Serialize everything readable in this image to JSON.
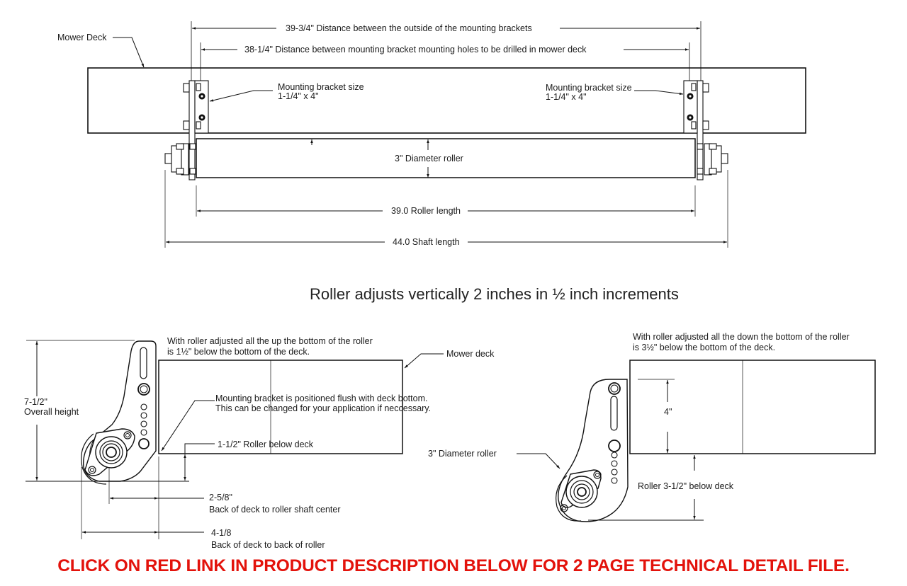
{
  "top_view": {
    "mower_deck_label": "Mower Deck",
    "outside_brackets_dim": "39-3/4\" Distance between the outside of the mounting brackets",
    "holes_dim": "38-1/4\"  Distance between mounting bracket mounting holes to be drilled in mower deck",
    "bracket_size_left": [
      "Mounting bracket size",
      "1-1/4\" x 4\""
    ],
    "bracket_size_right": [
      "Mounting bracket size",
      "1-1/4\" x 4\""
    ],
    "roller_diameter": "3\" Diameter roller",
    "roller_length": "39.0 Roller length",
    "shaft_length": "44.0 Shaft length"
  },
  "heading": "Roller adjusts vertically 2 inches in ½ inch increments",
  "side_view_up": {
    "note": [
      "With roller adjusted all the up the bottom of the roller",
      "is 1½\" below the bottom of the deck."
    ],
    "mower_deck_label": "Mower deck",
    "overall_height": [
      "7-1/2\"",
      "Overall height"
    ],
    "flush_note": [
      "Mounting bracket is positioned flush with deck bottom.",
      "This can be changed for your application if neccessary."
    ],
    "roller_below": "1-1/2\" Roller below deck",
    "shaft_center": [
      "2-5/8\"",
      "Back of deck to roller shaft center"
    ],
    "back_of_roller": [
      "4-1/8",
      "Back of deck to back of roller"
    ]
  },
  "side_view_down": {
    "note": [
      "With roller adjusted all the down the bottom of the roller",
      "is 3½\" below the bottom of the deck."
    ],
    "deck_height": "4\"",
    "roller_diameter": "3\" Diameter roller",
    "roller_below": "Roller 3-1/2\"  below deck"
  },
  "cta": {
    "text": "CLICK ON RED LINK IN PRODUCT DESCRIPTION BELOW FOR 2 PAGE TECHNICAL DETAIL FILE.",
    "color": "#e3120b"
  }
}
